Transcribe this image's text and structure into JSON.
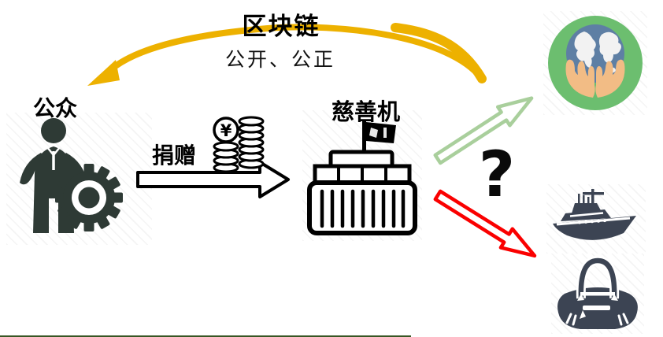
{
  "title": "区块链",
  "subtitle": "公开、公正",
  "labels": {
    "public": "公众",
    "donation": "捐赠",
    "charity": "慈善机",
    "question": "?",
    "currency": "¥"
  },
  "icon_names": [
    "businessman-gear-icon",
    "coin-stack-icon",
    "charity-building-icon",
    "charity-flag-icon",
    "earth-in-hands-icon",
    "yacht-icon",
    "handbag-icon",
    "blockchain-curved-arrow-icon",
    "donation-arrow-icon",
    "transparent-path-arrow-icon",
    "misuse-path-arrow-icon",
    "question-mark"
  ],
  "colors": {
    "blockchain_arc_yellow": "#EDB100",
    "transparent_path_green": "#A9CF9C",
    "misuse_path_red": "#FA0000",
    "public_icon_dark": "#2E3A35",
    "luxury_icon_slate": "#3C4453",
    "earth_badge_green": "#6CBE6F",
    "hands_tan": "#F2BC85",
    "globe_blue": "#5E7FA4",
    "bottom_rule_green": "#375623"
  }
}
